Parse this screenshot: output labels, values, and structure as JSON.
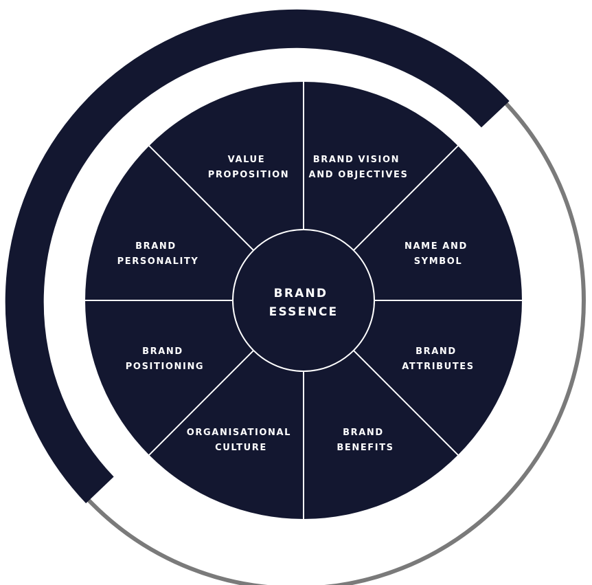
{
  "wheel": {
    "center_label": [
      "BRAND",
      "ESSENCE"
    ],
    "segments": [
      {
        "id": "brand-vision-and-objectives",
        "lines": [
          "BRAND VISION",
          "AND OBJECTIVES"
        ]
      },
      {
        "id": "name-and-symbol",
        "lines": [
          "NAME AND",
          "SYMBOL"
        ]
      },
      {
        "id": "brand-attributes",
        "lines": [
          "BRAND",
          "ATTRIBUTES"
        ]
      },
      {
        "id": "brand-benefits",
        "lines": [
          "BRAND",
          "BENEFITS"
        ]
      },
      {
        "id": "organisational-culture",
        "lines": [
          "ORGANISATIONAL",
          "CULTURE"
        ]
      },
      {
        "id": "brand-positioning",
        "lines": [
          "BRAND",
          "POSITIONING"
        ]
      },
      {
        "id": "brand-personality",
        "lines": [
          "BRAND",
          "PERSONALITY"
        ]
      },
      {
        "id": "value-proposition",
        "lines": [
          "VALUE",
          "PROPOSITION"
        ]
      }
    ]
  },
  "colors": {
    "navy": "#131730",
    "divider": "#ffffff",
    "outer_ring_grey": "#7a7a7a",
    "background": "#ffffff"
  }
}
